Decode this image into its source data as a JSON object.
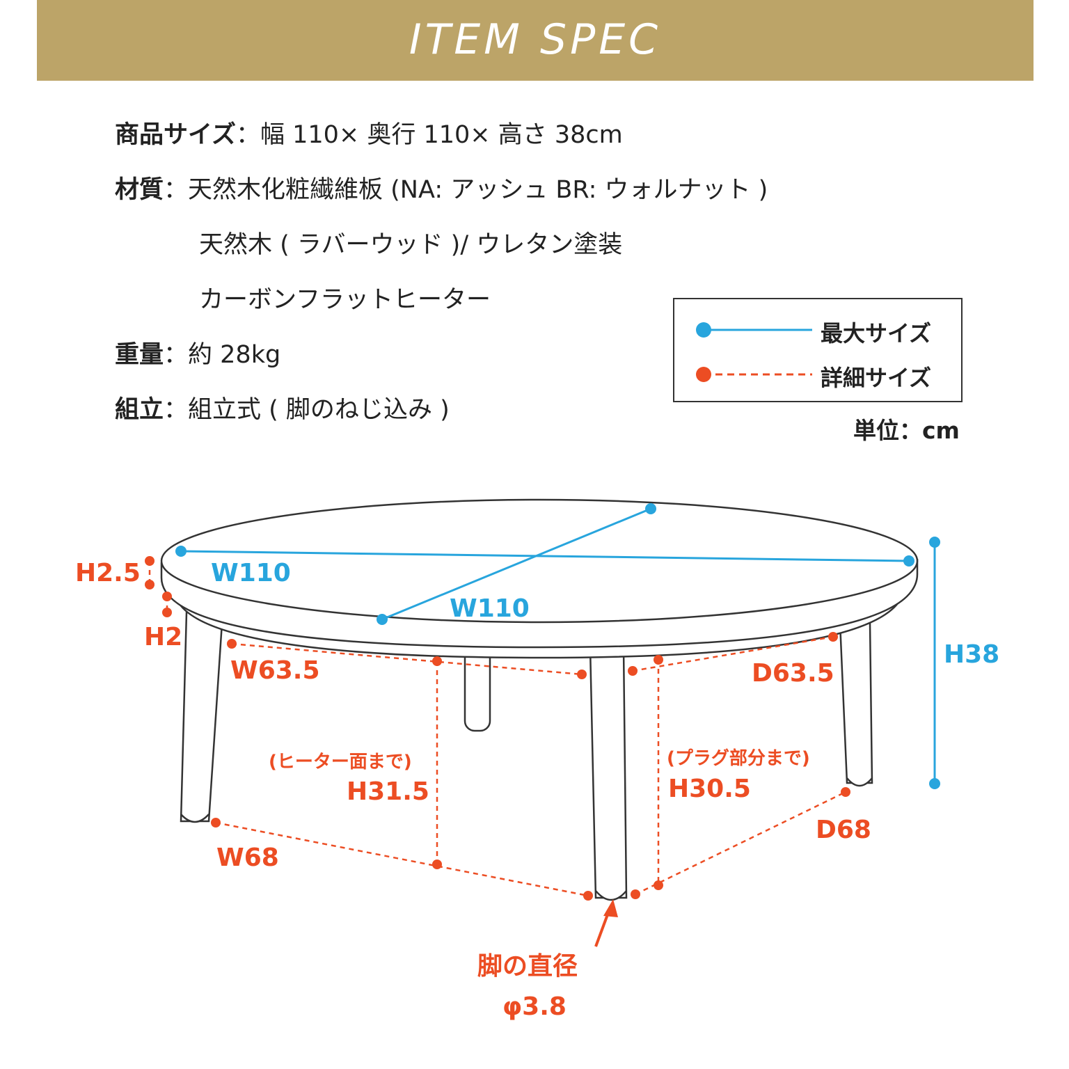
{
  "header": {
    "title": "ITEM SPEC"
  },
  "specs": {
    "size_label": "商品サイズ",
    "size_value": "幅 110× 奥行 110× 高さ 38cm",
    "material_label": "材質",
    "material_line1": "天然木化粧繊維板 (NA: アッシュ BR: ウォルナット )",
    "material_line2": "天然木 ( ラバーウッド )/ ウレタン塗装",
    "material_line3": "カーボンフラットヒーター",
    "weight_label": "重量",
    "weight_value": "約 28kg",
    "assembly_label": "組立",
    "assembly_value": "組立式 ( 脚のねじ込み )",
    "separator": "："
  },
  "legend": {
    "max_size": "最大サイズ",
    "detail_size": "詳細サイズ",
    "unit": "単位：cm"
  },
  "colors": {
    "banner": "#bca468",
    "max": "#28a5dd",
    "detail": "#ec4d23",
    "line": "#333333"
  },
  "dimensions": {
    "width_top": "W110",
    "depth_top": "W110",
    "height_total": "H38",
    "top_thickness": "H2.5",
    "frame_thickness": "H2",
    "inner_width": "W63.5",
    "inner_depth": "D63.5",
    "heater_note": "(ヒーター面まで)",
    "heater_height": "H31.5",
    "plug_note": "(プラグ部分まで)",
    "plug_height": "H30.5",
    "leg_width": "W68",
    "leg_depth": "D68",
    "leg_diameter_label": "脚の直径",
    "leg_diameter_value": "φ3.8"
  }
}
